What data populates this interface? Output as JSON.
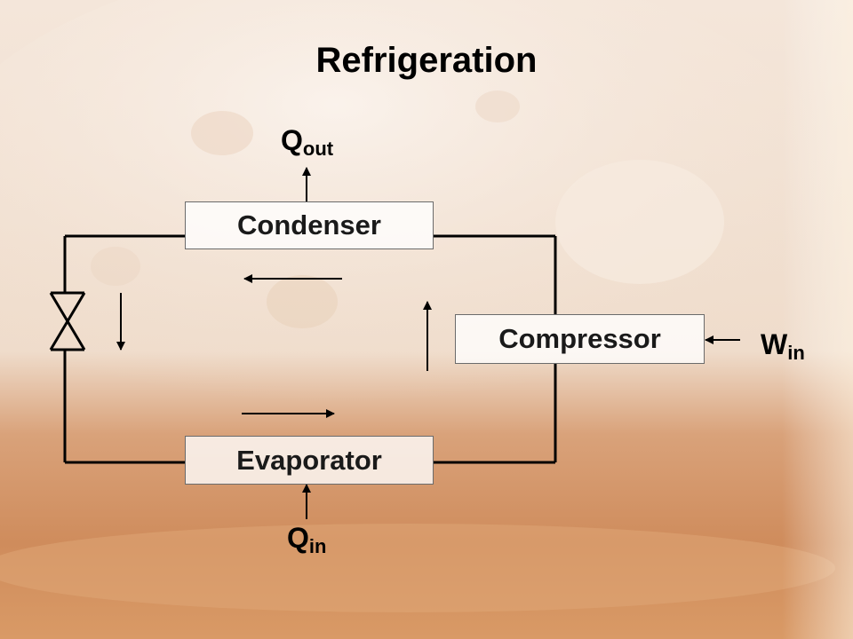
{
  "title": "Refrigeration",
  "components": {
    "condenser": "Condenser",
    "compressor": "Compressor",
    "evaporator": "Evaporator"
  },
  "labels": {
    "q_out": {
      "main": "Q",
      "sub": "out"
    },
    "q_in": {
      "main": "Q",
      "sub": "in"
    },
    "w_in": {
      "main": "W",
      "sub": "in"
    }
  }
}
